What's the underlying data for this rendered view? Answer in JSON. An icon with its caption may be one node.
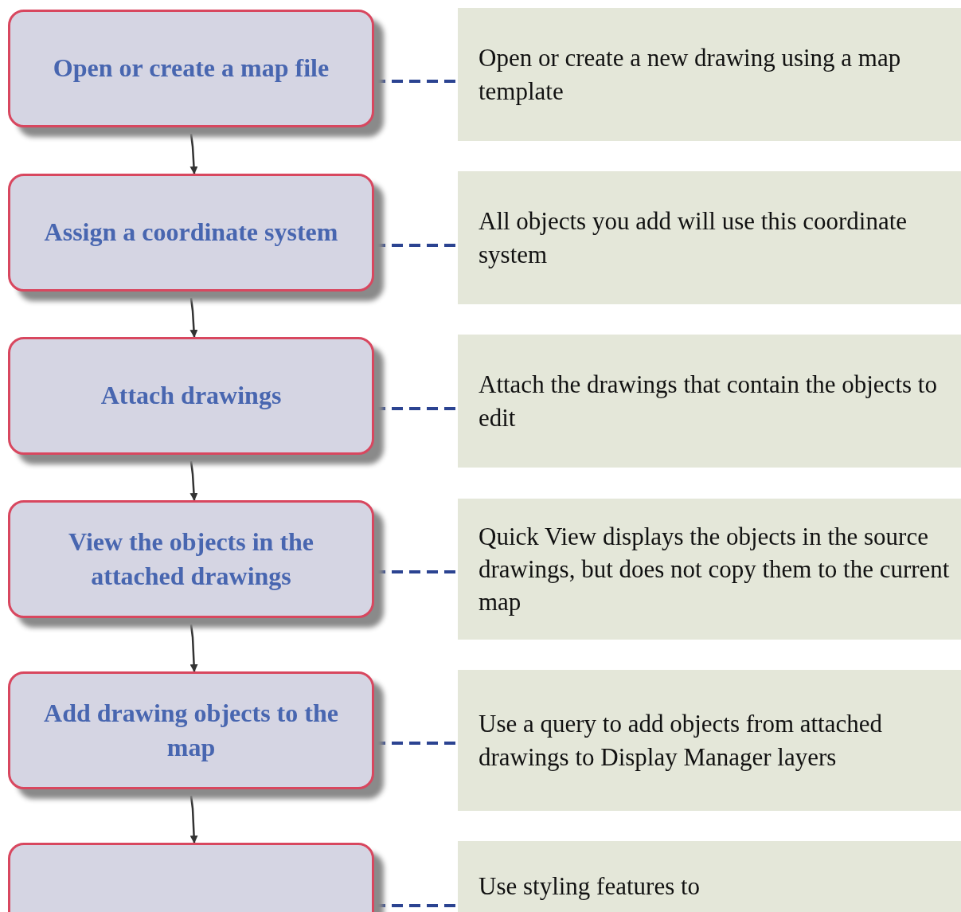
{
  "diagram": {
    "nodes": [
      {
        "text": [
          "Open or create a map file"
        ]
      },
      {
        "text": [
          "Open or create a new drawing using a map template"
        ]
      },
      {
        "text": [
          "Assign a coordinate system"
        ]
      },
      {
        "text": [
          "All objects you add will use this coordinate system"
        ]
      },
      {
        "text": [
          "Attach drawings"
        ]
      },
      {
        "text": [
          "Attach the drawings that contain the objects to edit"
        ]
      },
      {
        "text": [
          "View the objects in the attached drawings"
        ]
      },
      {
        "text": [
          "Quick View displays the objects in the source drawings, but does not copy them to the current map"
        ]
      },
      {
        "text": [
          "Add drawing objects to the map"
        ]
      },
      {
        "text": [
          "Use a query to add objects from attached drawings to Display Manager layers"
        ]
      },
      {
        "text": [],
        "shape": "box"
      },
      {
        "text": [
          "Use styling features to"
        ]
      }
    ],
    "edges": [
      {
        "from": 0,
        "to": 1,
        "arrow": "none",
        "style": "dashed"
      },
      {
        "from": 0,
        "to": 2,
        "arrow": "to",
        "color": "#333333"
      },
      {
        "from": 2,
        "to": 3,
        "arrow": "none",
        "style": "dashed"
      },
      {
        "from": 2,
        "to": 4,
        "arrow": "to",
        "color": "#333333"
      },
      {
        "from": 4,
        "to": 5,
        "arrow": "none",
        "style": "dashed"
      },
      {
        "from": 4,
        "to": 6,
        "arrow": "to",
        "color": "#333333"
      },
      {
        "from": 6,
        "to": 7,
        "arrow": "none",
        "style": "dashed"
      },
      {
        "from": 6,
        "to": 8,
        "arrow": "to",
        "color": "#333333"
      },
      {
        "from": 8,
        "to": 9,
        "arrow": "none",
        "style": "dashed"
      },
      {
        "from": 8,
        "to": 10,
        "arrow": "to",
        "color": "#333333"
      },
      {
        "from": 10,
        "to": 11,
        "arrow": "none",
        "style": "dashed"
      }
    ]
  }
}
